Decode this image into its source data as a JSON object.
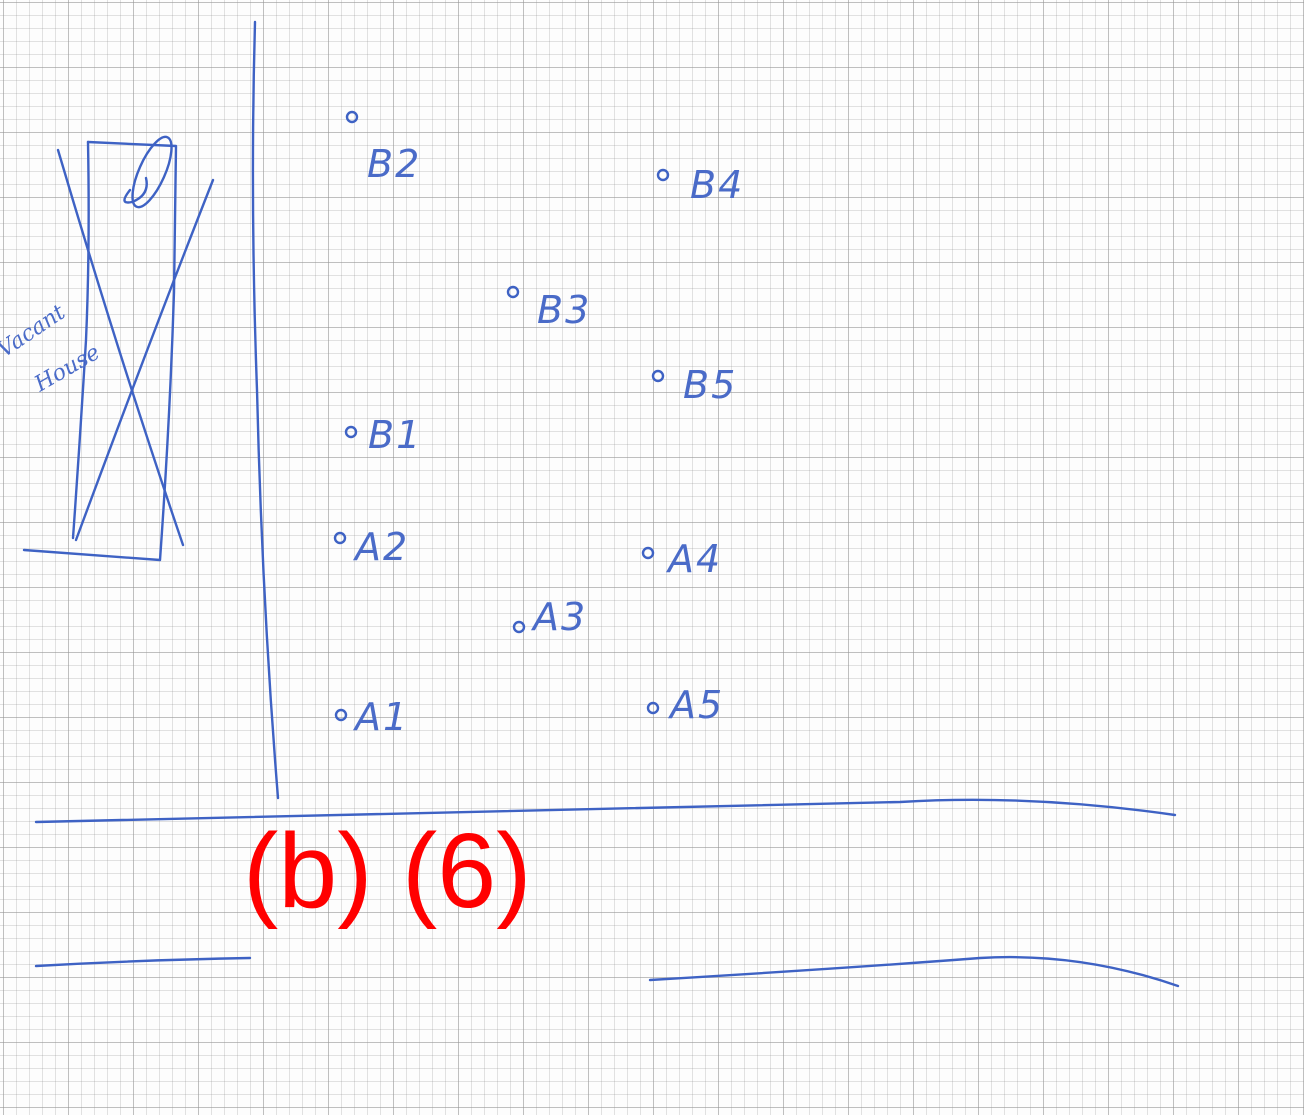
{
  "figure": {
    "part_label": "(b) (6)",
    "house_label": [
      "Vacant",
      "House"
    ],
    "points": [
      {
        "id": "B2",
        "label": "B2"
      },
      {
        "id": "B4",
        "label": "B4"
      },
      {
        "id": "B3",
        "label": "B3"
      },
      {
        "id": "B5",
        "label": "B5"
      },
      {
        "id": "B1",
        "label": "B1"
      },
      {
        "id": "A2",
        "label": "A2"
      },
      {
        "id": "A4",
        "label": "A4"
      },
      {
        "id": "A3",
        "label": "A3"
      },
      {
        "id": "A1",
        "label": "A1"
      },
      {
        "id": "A5",
        "label": "A5"
      }
    ],
    "colors": {
      "ink": "#3e62c4",
      "label_red": "#ff0000",
      "grid": "#969696"
    }
  }
}
